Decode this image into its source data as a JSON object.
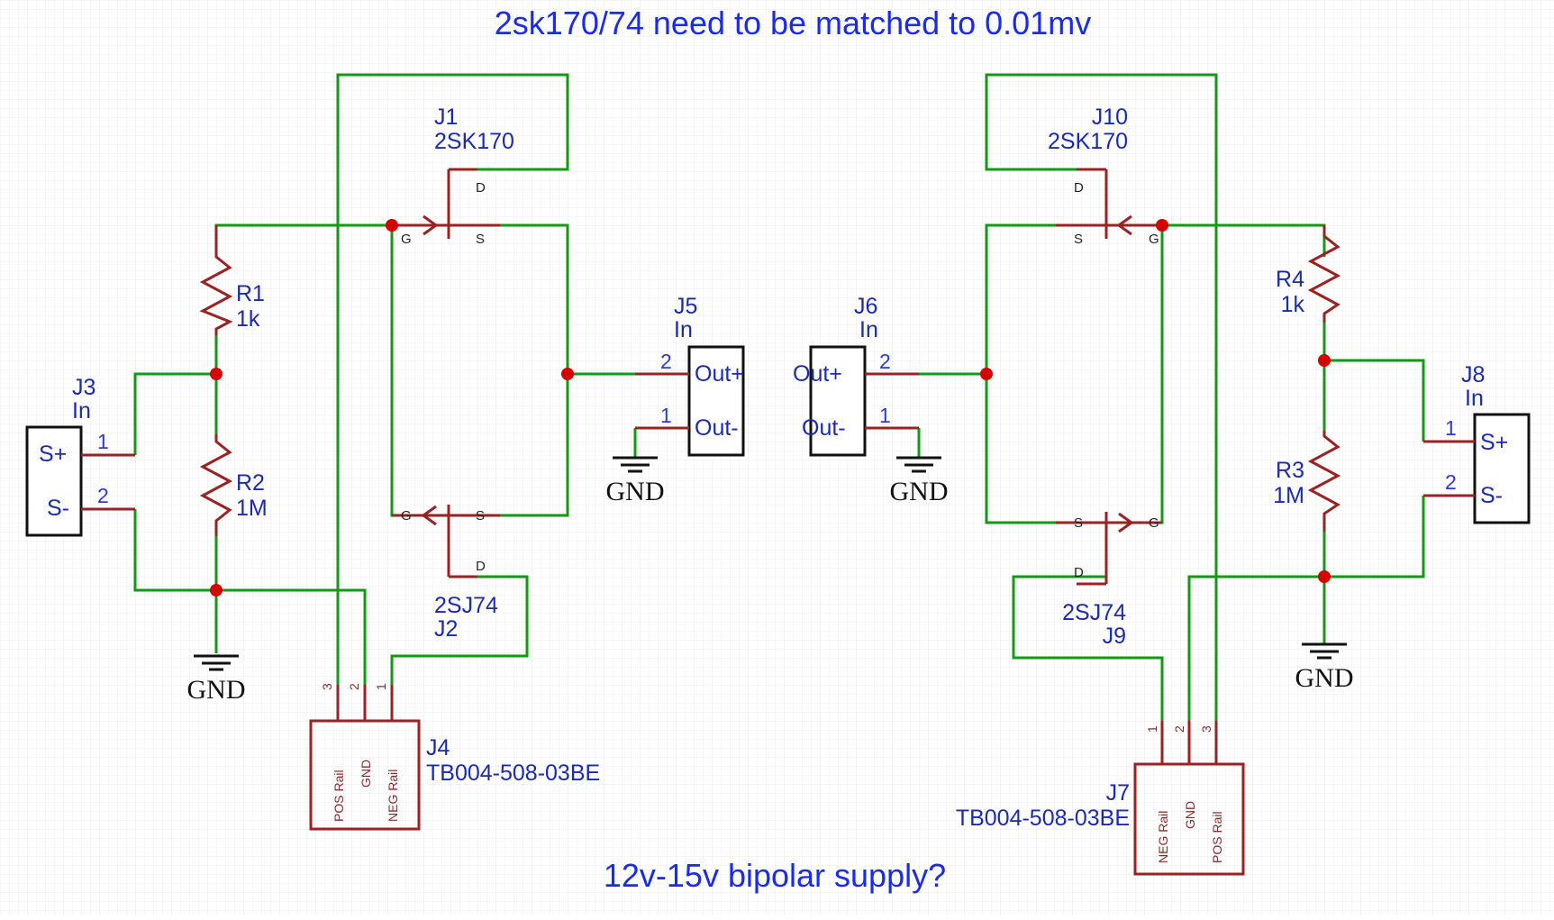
{
  "texts": {
    "title_top": "2sk170/74 need to be matched to 0.01mv",
    "title_bottom": "12v-15v bipolar supply?"
  },
  "colors": {
    "wire": "#139a13",
    "component": "#9a2222",
    "label": "#1a2bb0",
    "junction": "#d40000",
    "grid": "#ececec"
  },
  "components": {
    "j1": {
      "ref": "J1",
      "value": "2SK170",
      "pin_d": "D",
      "pin_g": "G",
      "pin_s": "S"
    },
    "j2": {
      "ref": "J2",
      "value": "2SJ74",
      "pin_d": "D",
      "pin_g": "G",
      "pin_s": "S"
    },
    "j10": {
      "ref": "J10",
      "value": "2SK170",
      "pin_d": "D",
      "pin_g": "G",
      "pin_s": "S"
    },
    "j9": {
      "ref": "J9",
      "value": "2SJ74",
      "pin_d": "D",
      "pin_g": "G",
      "pin_s": "S"
    },
    "r1": {
      "ref": "R1",
      "value": "1k"
    },
    "r2": {
      "ref": "R2",
      "value": "1M"
    },
    "r3": {
      "ref": "R3",
      "value": "1M"
    },
    "r4": {
      "ref": "R4",
      "value": "1k"
    },
    "j3": {
      "ref": "J3",
      "value": "In",
      "pin1_label": "S+",
      "pin2_label": "S-",
      "pin1": "1",
      "pin2": "2"
    },
    "j8": {
      "ref": "J8",
      "value": "In",
      "pin1_label": "S+",
      "pin2_label": "S-",
      "pin1": "1",
      "pin2": "2"
    },
    "j5": {
      "ref": "J5",
      "value": "In",
      "pin2_label": "Out+",
      "pin1_label": "Out-",
      "pin1": "1",
      "pin2": "2"
    },
    "j6": {
      "ref": "J6",
      "value": "In",
      "pin2_label": "Out+",
      "pin1_label": "Out-",
      "pin1": "1",
      "pin2": "2"
    },
    "j4": {
      "ref": "J4",
      "value": "TB004-508-03BE",
      "pin1": "1",
      "pin2": "2",
      "pin3": "3",
      "pin1_name": "NEG Rail",
      "pin2_name": "GND",
      "pin3_name": "POS Rail"
    },
    "j7": {
      "ref": "J7",
      "value": "TB004-508-03BE",
      "pin1": "1",
      "pin2": "2",
      "pin3": "3",
      "pin1_name": "NEG Rail",
      "pin2_name": "GND",
      "pin3_name": "POS Rail"
    }
  },
  "gnd_label": "GND"
}
